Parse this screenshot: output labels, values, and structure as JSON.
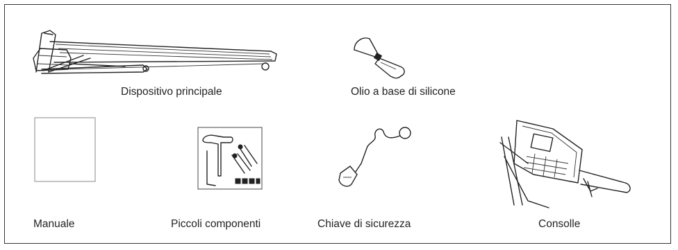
{
  "items": [
    {
      "label": "Dispositivo principale",
      "icon": "treadmill-deck-icon"
    },
    {
      "label": "Olio a base di silicone",
      "icon": "silicone-oil-bottle-icon"
    },
    {
      "label": "Manuale",
      "icon": "manual-icon"
    },
    {
      "label": "Piccoli componenti",
      "icon": "small-parts-icon"
    },
    {
      "label": "Chiave di sicurezza",
      "icon": "safety-key-icon"
    },
    {
      "label": "Consolle",
      "icon": "console-icon"
    }
  ]
}
